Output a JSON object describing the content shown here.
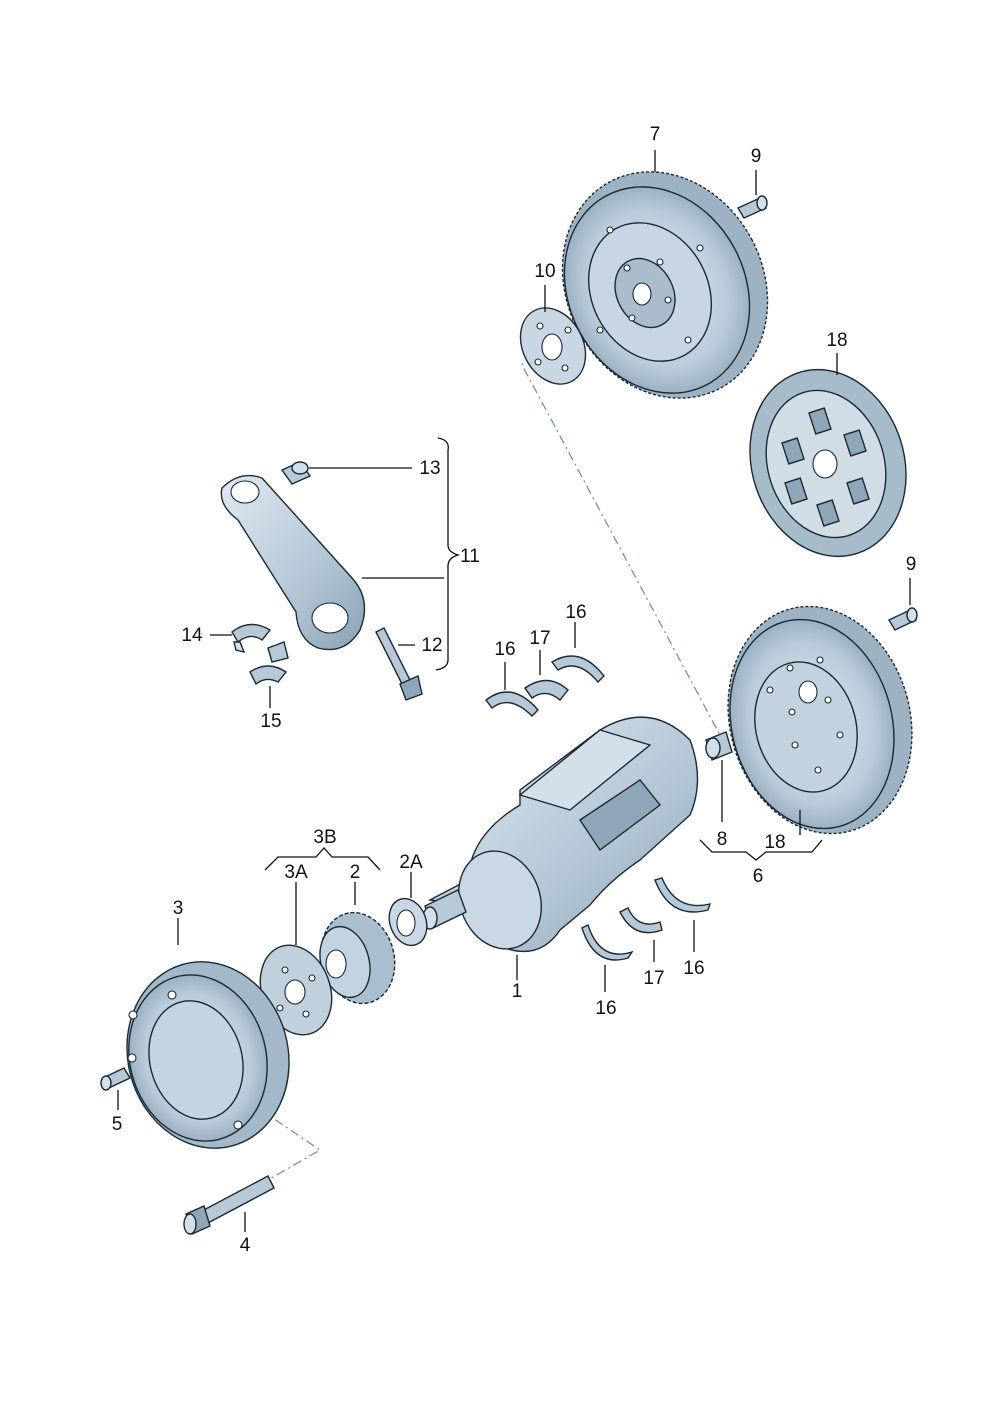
{
  "callouts": {
    "c1": "1",
    "c2": "2",
    "c2a": "2A",
    "c3": "3",
    "c3a": "3A",
    "c3b": "3B",
    "c4": "4",
    "c5": "5",
    "c6": "6",
    "c7": "7",
    "c8": "8",
    "c9_top": "9",
    "c9_mid": "9",
    "c10": "10",
    "c11": "11",
    "c12": "12",
    "c13": "13",
    "c14": "14",
    "c15": "15",
    "c16_a": "16",
    "c16_b": "16",
    "c16_c": "16",
    "c16_d": "16",
    "c17_a": "17",
    "c17_b": "17",
    "c18_top": "18",
    "c18_bot": "18"
  },
  "colors": {
    "part_fill": "#b7c8d6",
    "part_light": "#d3e0ea",
    "part_dark": "#8fa6b8",
    "outline": "#1b2a35",
    "axis_dash": "#6a8ea8",
    "leader": "#111111"
  }
}
